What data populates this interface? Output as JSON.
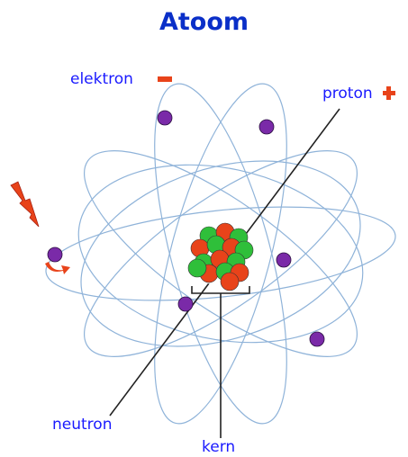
{
  "title": "Atoom",
  "labels": {
    "electron": "elektron",
    "proton": "proton",
    "neutron": "neutron",
    "nucleus": "kern"
  },
  "colors": {
    "title": "#0a2fc8",
    "label": "#1a1aff",
    "orbit": "#8fb3d9",
    "electron": "#7a2aa8",
    "proton": "#e8431a",
    "neutron": "#2fbf3a",
    "arrow": "#e8431a",
    "pointer_line": "#222222"
  },
  "icons": {
    "electron_sign": "minus-sign",
    "proton_sign": "plus-sign",
    "indicator": "red-arrow-icon",
    "spin": "spin-arrow-icon"
  }
}
